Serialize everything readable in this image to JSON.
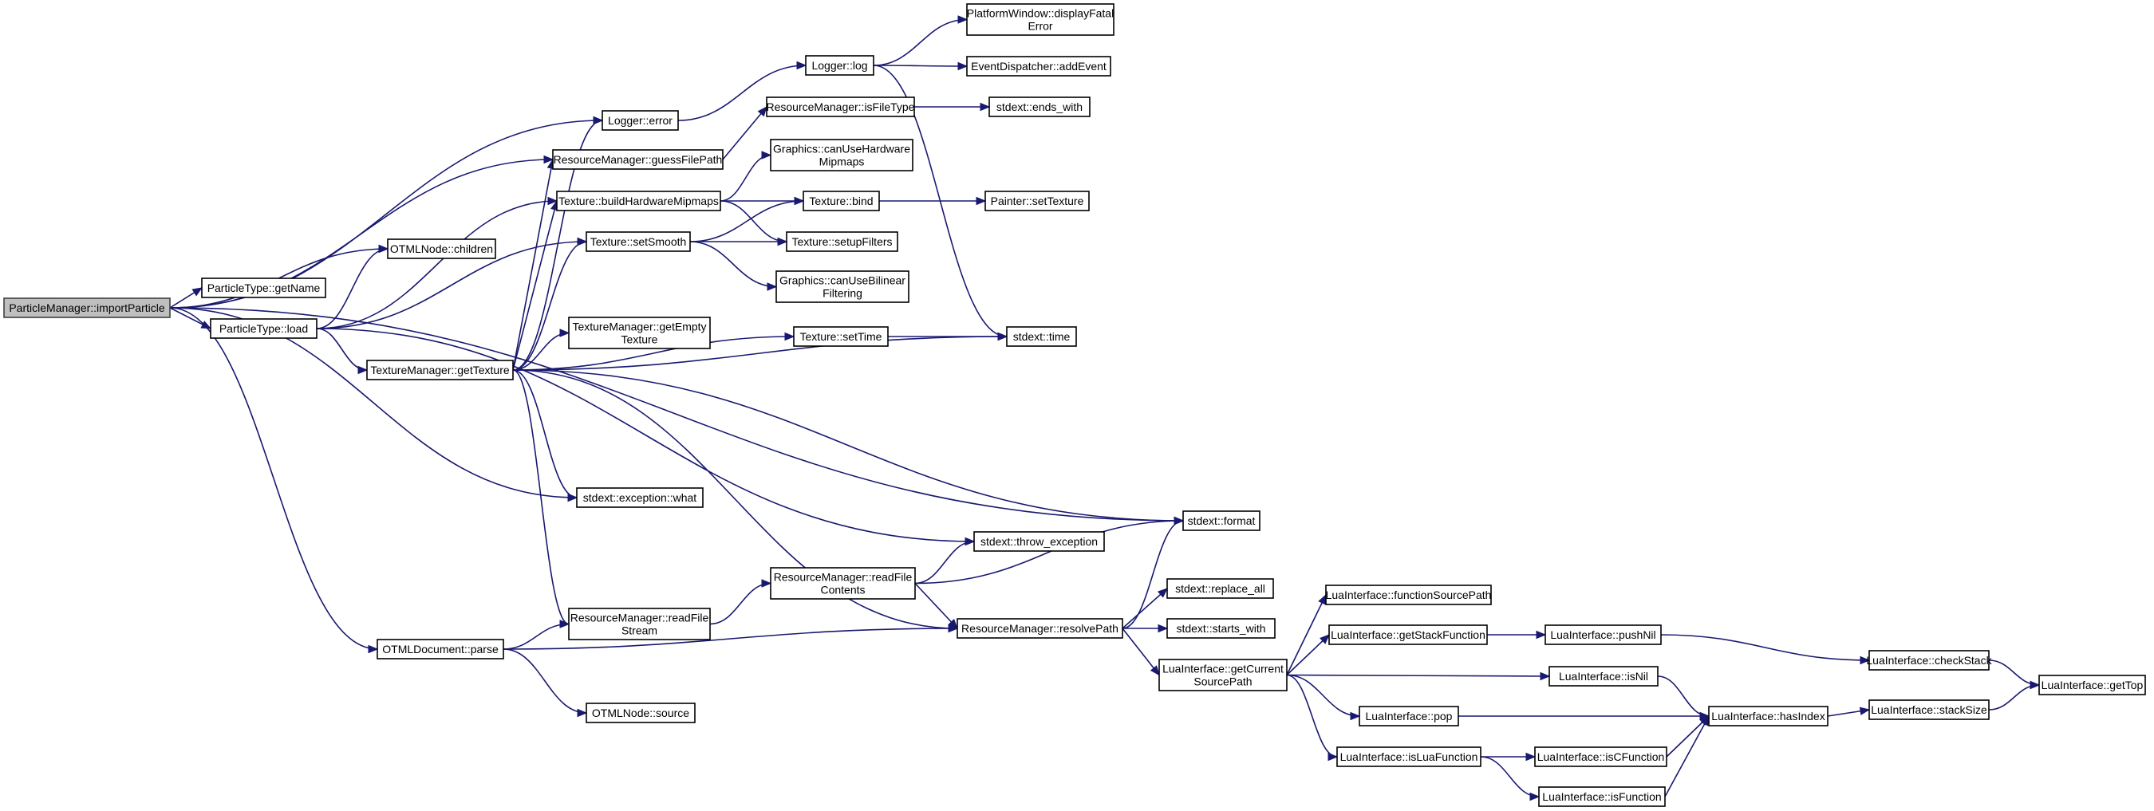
{
  "graph": {
    "colors": {
      "edge": "#191970",
      "node_border": "#000000",
      "root_fill": "#bfbfbf",
      "background": "#ffffff"
    },
    "nodes": [
      {
        "id": "pm_import",
        "lines": [
          "ParticleManager::importParticle"
        ],
        "root": true
      },
      {
        "id": "pt_getname",
        "lines": [
          "ParticleType::getName"
        ]
      },
      {
        "id": "pt_load",
        "lines": [
          "ParticleType::load"
        ]
      },
      {
        "id": "otml_children",
        "lines": [
          "OTMLNode::children"
        ]
      },
      {
        "id": "logger_error",
        "lines": [
          "Logger::error"
        ]
      },
      {
        "id": "logger_log",
        "lines": [
          "Logger::log"
        ]
      },
      {
        "id": "pw_fatal",
        "lines": [
          "PlatformWindow::displayFatal",
          "Error"
        ]
      },
      {
        "id": "ed_addevent",
        "lines": [
          "EventDispatcher::addEvent"
        ]
      },
      {
        "id": "rm_isfiletype",
        "lines": [
          "ResourceManager::isFileType"
        ]
      },
      {
        "id": "stdext_endswith",
        "lines": [
          "stdext::ends_with"
        ]
      },
      {
        "id": "rm_guess",
        "lines": [
          "ResourceManager::guessFilePath"
        ]
      },
      {
        "id": "gfx_canhwmip",
        "lines": [
          "Graphics::canUseHardware",
          "Mipmaps"
        ]
      },
      {
        "id": "tex_buildhw",
        "lines": [
          "Texture::buildHardwareMipmaps"
        ]
      },
      {
        "id": "tex_bind",
        "lines": [
          "Texture::bind"
        ]
      },
      {
        "id": "painter_settex",
        "lines": [
          "Painter::setTexture"
        ]
      },
      {
        "id": "tex_setsmooth",
        "lines": [
          "Texture::setSmooth"
        ]
      },
      {
        "id": "tex_setupfilters",
        "lines": [
          "Texture::setupFilters"
        ]
      },
      {
        "id": "gfx_canbilinear",
        "lines": [
          "Graphics::canUseBilinear",
          "Filtering"
        ]
      },
      {
        "id": "tm_getempty",
        "lines": [
          "TextureManager::getEmpty",
          "Texture"
        ]
      },
      {
        "id": "tex_settime",
        "lines": [
          "Texture::setTime"
        ]
      },
      {
        "id": "stdext_time",
        "lines": [
          "stdext::time"
        ]
      },
      {
        "id": "tm_gettexture",
        "lines": [
          "TextureManager::getTexture"
        ]
      },
      {
        "id": "stdext_what",
        "lines": [
          "stdext::exception::what"
        ]
      },
      {
        "id": "stdext_format",
        "lines": [
          "stdext::format"
        ]
      },
      {
        "id": "stdext_throw",
        "lines": [
          "stdext::throw_exception"
        ]
      },
      {
        "id": "rm_readcontents",
        "lines": [
          "ResourceManager::readFile",
          "Contents"
        ]
      },
      {
        "id": "rm_readstream",
        "lines": [
          "ResourceManager::readFile",
          "Stream"
        ]
      },
      {
        "id": "otml_parse",
        "lines": [
          "OTMLDocument::parse"
        ]
      },
      {
        "id": "otml_source",
        "lines": [
          "OTMLNode::source"
        ]
      },
      {
        "id": "rm_resolve",
        "lines": [
          "ResourceManager::resolvePath"
        ]
      },
      {
        "id": "stdext_replaceall",
        "lines": [
          "stdext::replace_all"
        ]
      },
      {
        "id": "stdext_startswith",
        "lines": [
          "stdext::starts_with"
        ]
      },
      {
        "id": "lua_getcursrc",
        "lines": [
          "LuaInterface::getCurrent",
          "SourcePath"
        ]
      },
      {
        "id": "lua_funcsrc",
        "lines": [
          "LuaInterface::functionSourcePath"
        ]
      },
      {
        "id": "lua_getstackfunc",
        "lines": [
          "LuaInterface::getStackFunction"
        ]
      },
      {
        "id": "lua_pushnil",
        "lines": [
          "LuaInterface::pushNil"
        ]
      },
      {
        "id": "lua_checkstack",
        "lines": [
          "LuaInterface::checkStack"
        ]
      },
      {
        "id": "lua_gettop",
        "lines": [
          "LuaInterface::getTop"
        ]
      },
      {
        "id": "lua_isnil",
        "lines": [
          "LuaInterface::isNil"
        ]
      },
      {
        "id": "lua_pop",
        "lines": [
          "LuaInterface::pop"
        ]
      },
      {
        "id": "lua_hasindex",
        "lines": [
          "LuaInterface::hasIndex"
        ]
      },
      {
        "id": "lua_stacksize",
        "lines": [
          "LuaInterface::stackSize"
        ]
      },
      {
        "id": "lua_isluafunc",
        "lines": [
          "LuaInterface::isLuaFunction"
        ]
      },
      {
        "id": "lua_iscfunc",
        "lines": [
          "LuaInterface::isCFunction"
        ]
      },
      {
        "id": "lua_isfunc",
        "lines": [
          "LuaInterface::isFunction"
        ]
      }
    ],
    "edges": [
      [
        "pm_import",
        "logger_error"
      ],
      [
        "pm_import",
        "rm_guess"
      ],
      [
        "pm_import",
        "otml_children"
      ],
      [
        "pm_import",
        "pt_getname"
      ],
      [
        "pm_import",
        "pt_load"
      ],
      [
        "pm_import",
        "stdext_what"
      ],
      [
        "pm_import",
        "stdext_format"
      ],
      [
        "pm_import",
        "otml_parse"
      ],
      [
        "pt_load",
        "otml_children"
      ],
      [
        "pt_load",
        "tex_buildhw"
      ],
      [
        "pt_load",
        "tex_setsmooth"
      ],
      [
        "pt_load",
        "tm_gettexture"
      ],
      [
        "pt_load",
        "stdext_throw"
      ],
      [
        "logger_error",
        "logger_log"
      ],
      [
        "logger_log",
        "pw_fatal"
      ],
      [
        "logger_log",
        "ed_addevent"
      ],
      [
        "logger_log",
        "stdext_time"
      ],
      [
        "rm_guess",
        "rm_isfiletype"
      ],
      [
        "rm_isfiletype",
        "stdext_endswith"
      ],
      [
        "tex_buildhw",
        "gfx_canhwmip"
      ],
      [
        "tex_buildhw",
        "tex_bind"
      ],
      [
        "tex_buildhw",
        "tex_setupfilters"
      ],
      [
        "tex_bind",
        "painter_settex"
      ],
      [
        "tex_setsmooth",
        "tex_bind"
      ],
      [
        "tex_setsmooth",
        "tex_setupfilters"
      ],
      [
        "tex_setsmooth",
        "gfx_canbilinear"
      ],
      [
        "tex_settime",
        "stdext_time"
      ],
      [
        "tm_gettexture",
        "logger_error"
      ],
      [
        "tm_gettexture",
        "rm_guess"
      ],
      [
        "tm_gettexture",
        "tex_buildhw"
      ],
      [
        "tm_gettexture",
        "tex_setsmooth"
      ],
      [
        "tm_gettexture",
        "tm_getempty"
      ],
      [
        "tm_gettexture",
        "tex_settime"
      ],
      [
        "tm_gettexture",
        "stdext_time"
      ],
      [
        "tm_gettexture",
        "stdext_what"
      ],
      [
        "tm_gettexture",
        "stdext_format"
      ],
      [
        "tm_gettexture",
        "rm_readstream"
      ],
      [
        "tm_gettexture",
        "rm_resolve"
      ],
      [
        "rm_readcontents",
        "stdext_throw"
      ],
      [
        "rm_readcontents",
        "stdext_format"
      ],
      [
        "rm_readcontents",
        "rm_resolve"
      ],
      [
        "rm_readstream",
        "rm_readcontents"
      ],
      [
        "otml_parse",
        "rm_readstream"
      ],
      [
        "otml_parse",
        "otml_source"
      ],
      [
        "otml_parse",
        "rm_resolve"
      ],
      [
        "rm_resolve",
        "stdext_format"
      ],
      [
        "rm_resolve",
        "stdext_replaceall"
      ],
      [
        "rm_resolve",
        "stdext_startswith"
      ],
      [
        "rm_resolve",
        "lua_getcursrc"
      ],
      [
        "lua_getcursrc",
        "lua_funcsrc"
      ],
      [
        "lua_getcursrc",
        "lua_getstackfunc"
      ],
      [
        "lua_getcursrc",
        "lua_isnil"
      ],
      [
        "lua_getcursrc",
        "lua_pop"
      ],
      [
        "lua_getcursrc",
        "lua_isluafunc"
      ],
      [
        "lua_getstackfunc",
        "lua_pushnil"
      ],
      [
        "lua_pushnil",
        "lua_checkstack"
      ],
      [
        "lua_checkstack",
        "lua_gettop"
      ],
      [
        "lua_isnil",
        "lua_hasindex"
      ],
      [
        "lua_pop",
        "lua_hasindex"
      ],
      [
        "lua_hasindex",
        "lua_stacksize"
      ],
      [
        "lua_stacksize",
        "lua_gettop"
      ],
      [
        "lua_isluafunc",
        "lua_iscfunc"
      ],
      [
        "lua_isluafunc",
        "lua_isfunc"
      ],
      [
        "lua_iscfunc",
        "lua_hasindex"
      ],
      [
        "lua_isfunc",
        "lua_hasindex"
      ]
    ]
  }
}
